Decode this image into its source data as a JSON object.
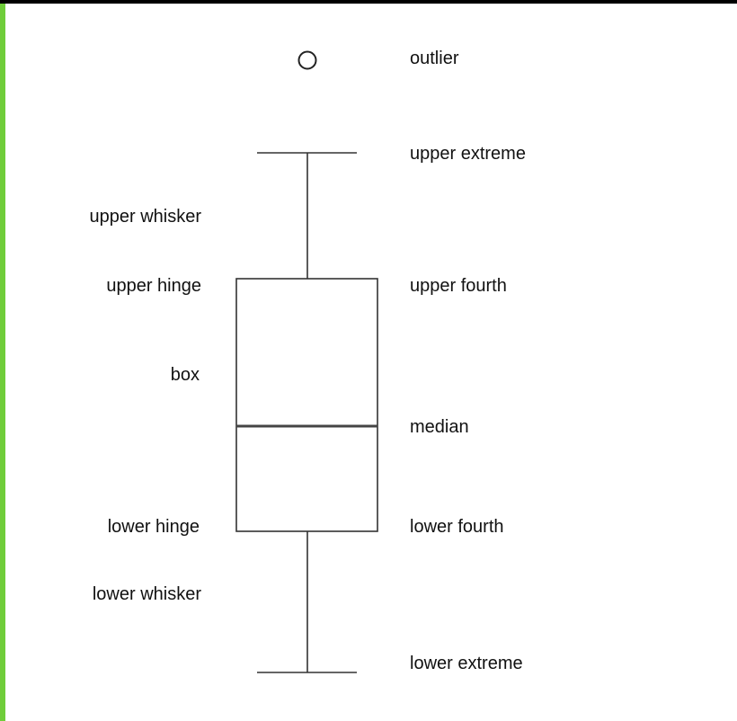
{
  "colors": {
    "frame_top": "#000000",
    "frame_left": "#6fcd3a",
    "stroke": "#333333",
    "text": "#111111"
  },
  "labels_right": {
    "outlier": "outlier",
    "upper_extreme": "upper extreme",
    "upper_fourth": "upper fourth",
    "median": "median",
    "lower_fourth": "lower fourth",
    "lower_extreme": "lower extreme"
  },
  "labels_left": {
    "upper_whisker": "upper whisker",
    "upper_hinge": "upper hinge",
    "box": "box",
    "lower_hinge": "lower hinge",
    "lower_whisker": "lower whisker"
  }
}
